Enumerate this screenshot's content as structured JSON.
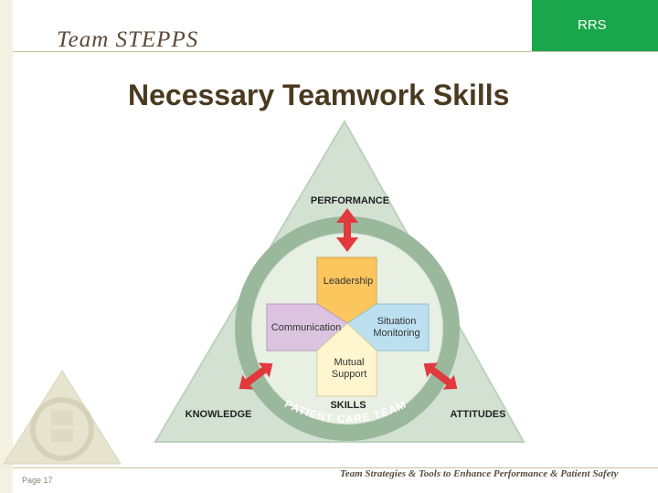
{
  "header": {
    "logo_text": "Team STEPPS",
    "badge_text": "RRS"
  },
  "slide": {
    "title": "Necessary Teamwork Skills"
  },
  "diagram": {
    "vertices": {
      "top": "PERFORMANCE",
      "left": "KNOWLEDGE",
      "right": "ATTITUDES"
    },
    "center_label": "SKILLS",
    "ring_label": "PATIENT CARE TEAM",
    "skills": {
      "leadership": "Leadership",
      "communication": "Communication",
      "situation_1": "Situation",
      "situation_2": "Monitoring",
      "mutual_1": "Mutual",
      "mutual_2": "Support"
    },
    "colors": {
      "triangle": "#d3e1d3",
      "ring": "#9ab89b",
      "arrow": "#e03a3e",
      "leadership": "#fbc65d",
      "communication": "#dcc3e0",
      "situation": "#bde0f0",
      "mutual": "#fff5cf"
    }
  },
  "footer": {
    "page_label": "Page 17",
    "tagline": "Team Strategies & Tools to Enhance Performance & Patient Safety"
  }
}
